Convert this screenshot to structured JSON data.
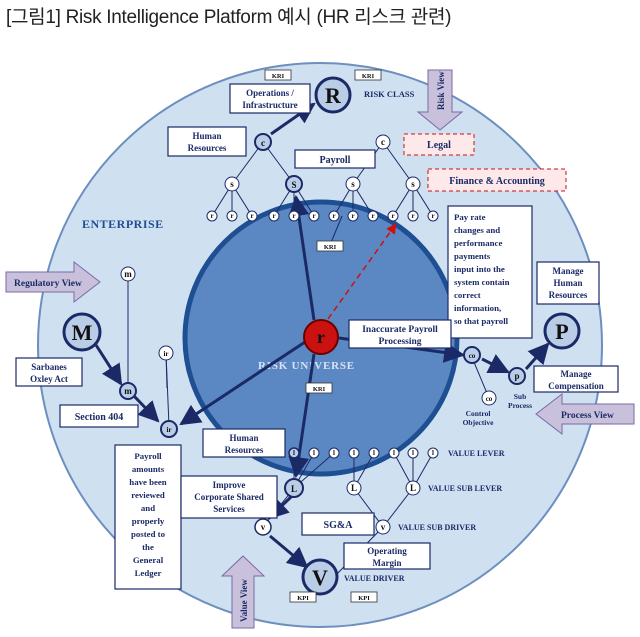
{
  "title": "[그림1] Risk Intelligence Platform 예시 (HR 리스크 관련)",
  "regions": {
    "enterprise": "ENTERPRISE",
    "risk_universe": "RISK UNIVERSE"
  },
  "nodes": {
    "R": "R",
    "M": "M",
    "P": "P",
    "V": "V",
    "r": "r",
    "c": "c",
    "S": "S",
    "s": "s",
    "L": "L",
    "l": "l",
    "m": "m",
    "ir": "ir",
    "co": "co",
    "p": "p",
    "v": "v"
  },
  "labels": {
    "risk_class": "RISK CLASS",
    "kri": "KRI",
    "kpi": "KPI",
    "ops_infra_line1": "Operations /",
    "ops_infra_line2": "Infrastructure",
    "hr_top_line1": "Human",
    "hr_top_line2": "Resources",
    "payroll": "Payroll",
    "legal": "Legal",
    "finance_accounting": "Finance & Accounting",
    "risk_view": "Risk View",
    "regulatory_view": "Regulatory View",
    "process_view": "Process View",
    "value_view": "Value View",
    "sarbanes_line1": "Sarbanes",
    "sarbanes_line2": "Oxley Act",
    "section404": "Section 404",
    "payroll_amounts": [
      "Payroll",
      "amounts",
      "have been",
      "reviewed",
      "and",
      "properly",
      "posted to",
      "the",
      "General",
      "Ledger"
    ],
    "pay_rate": [
      "Pay rate",
      "changes and",
      "performance",
      "payments",
      "input into the",
      "system contain",
      "correct",
      "information,",
      "so that payroll"
    ],
    "inaccurate_line1": "Inaccurate Payroll",
    "inaccurate_line2": "Processing",
    "manage_hr": [
      "Manage",
      "Human",
      "Resources"
    ],
    "manage_comp_line1": "Manage",
    "manage_comp_line2": "Compensation",
    "sub_process_line1": "Sub",
    "sub_process_line2": "Process",
    "control_obj_line1": "Control",
    "control_obj_line2": "Objective",
    "hr_lower_line1": "Human",
    "hr_lower_line2": "Resources",
    "improve": [
      "Improve",
      "Corporate Shared",
      "Services"
    ],
    "value_lever": "VALUE LEVER",
    "value_sub_lever": "VALUE SUB LEVER",
    "value_sub_driver": "VALUE SUB DRIVER",
    "sga": "SG&A",
    "op_margin_line1": "Operating",
    "op_margin_line2": "Margin",
    "value_driver": "VALUE DRIVER"
  },
  "colors": {
    "outer_circle": "#cfe0f1",
    "inner_circle": "#5b88c2",
    "node_fill": "#b9cde6",
    "arrow": "#1b2a66",
    "highlight": "#cc1111",
    "view_arrow": "#c9c0dc"
  }
}
